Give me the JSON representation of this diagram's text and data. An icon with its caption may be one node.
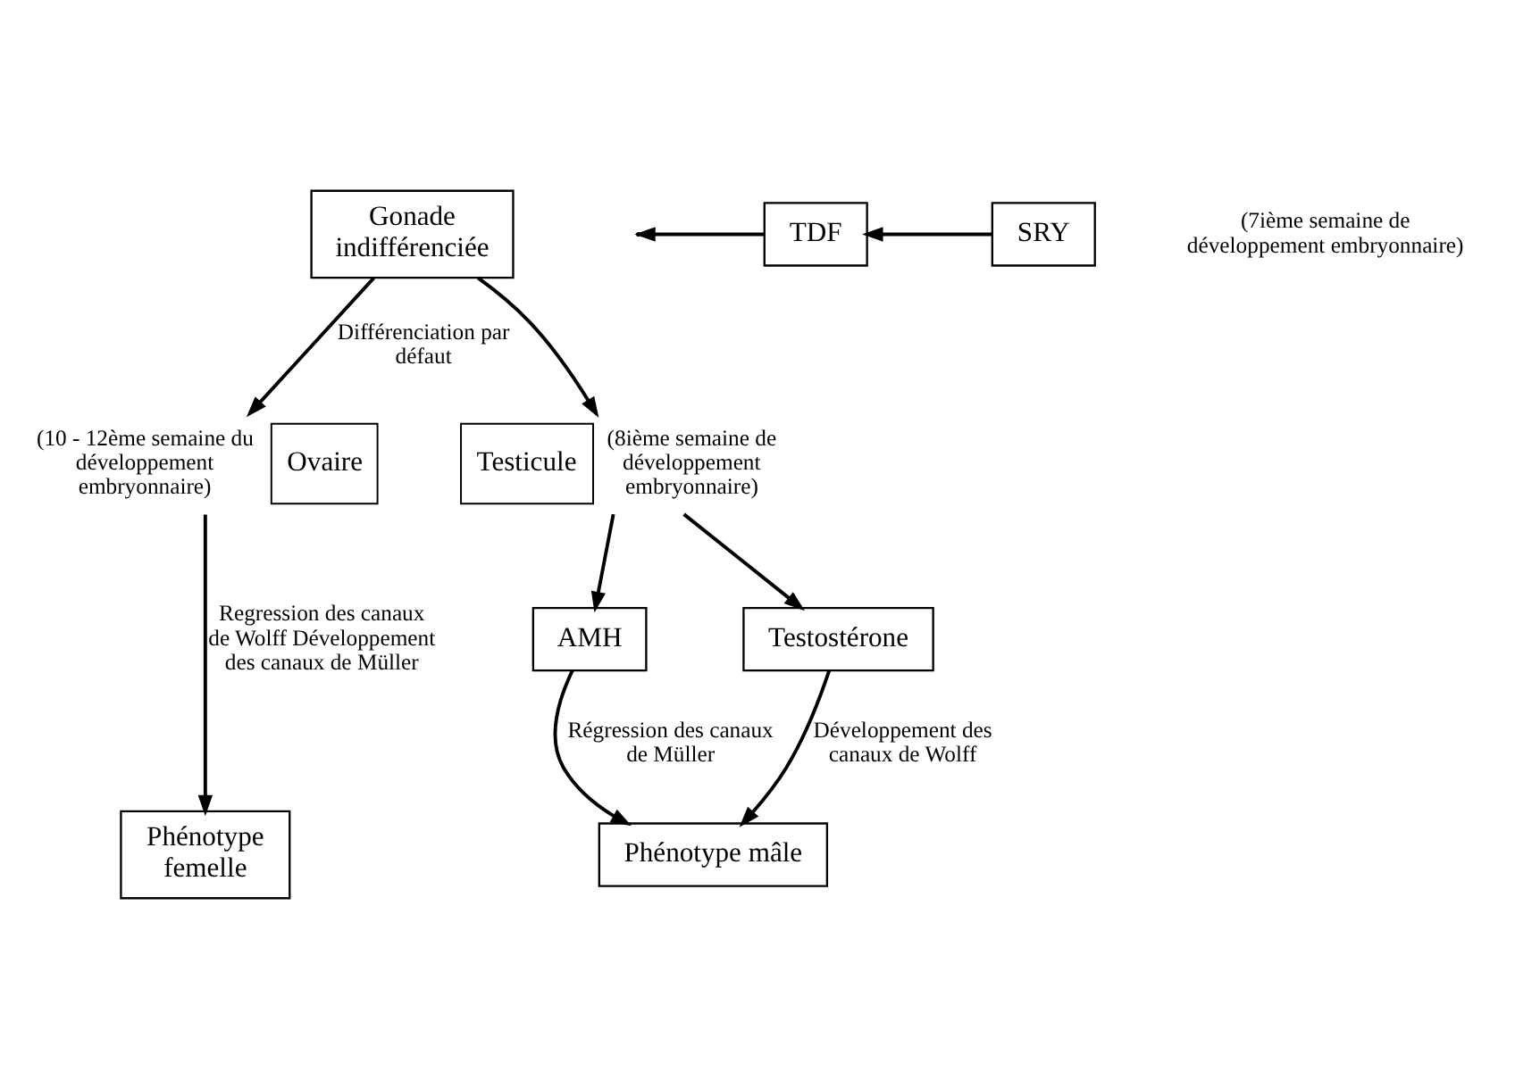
{
  "diagram": {
    "nodes": [
      {
        "text": [
          "Gonade indifférenciée"
        ]
      },
      {
        "text": [
          "TDF"
        ]
      },
      {
        "text": [
          "SRY"
        ]
      },
      {
        "text": [
          "Ovaire"
        ],
        "beside": [
          "(10 - 12ème semaine du développement embryonnaire)"
        ]
      },
      {
        "text": [
          "Testicule"
        ],
        "beside": [
          "(8ième semaine de développement embryonnaire)"
        ]
      },
      {
        "text": [
          "AMH"
        ]
      },
      {
        "text": [
          "Testostérone"
        ]
      },
      {
        "text": [
          "Phénotype femelle"
        ]
      },
      {
        "text": [
          "Phénotype mâle"
        ]
      }
    ],
    "edges": [
      {
        "from": 2,
        "to": 1,
        "arrow": "to"
      },
      {
        "from": 1,
        "to": null,
        "arrow": "to"
      },
      {
        "from": 0,
        "to": 3,
        "arrow": "to",
        "label": "Différenciation par défaut"
      },
      {
        "from": 0,
        "to": 4,
        "arrow": "to"
      },
      {
        "from": 4,
        "to": 5,
        "arrow": "to"
      },
      {
        "from": 4,
        "to": 6,
        "arrow": "to"
      },
      {
        "from": 3,
        "to": 7,
        "arrow": "to",
        "label": "Regression des canaux de Wolff Développement des canaux de Müller"
      },
      {
        "from": 5,
        "to": 8,
        "arrow": "to",
        "label": "Régression des canaux de Müller"
      },
      {
        "from": 6,
        "to": 8,
        "arrow": "to",
        "label": "Développement des canaux de Wolff"
      }
    ],
    "labels": [
      "(7ième semaine de développement embryonnaire)"
    ]
  }
}
